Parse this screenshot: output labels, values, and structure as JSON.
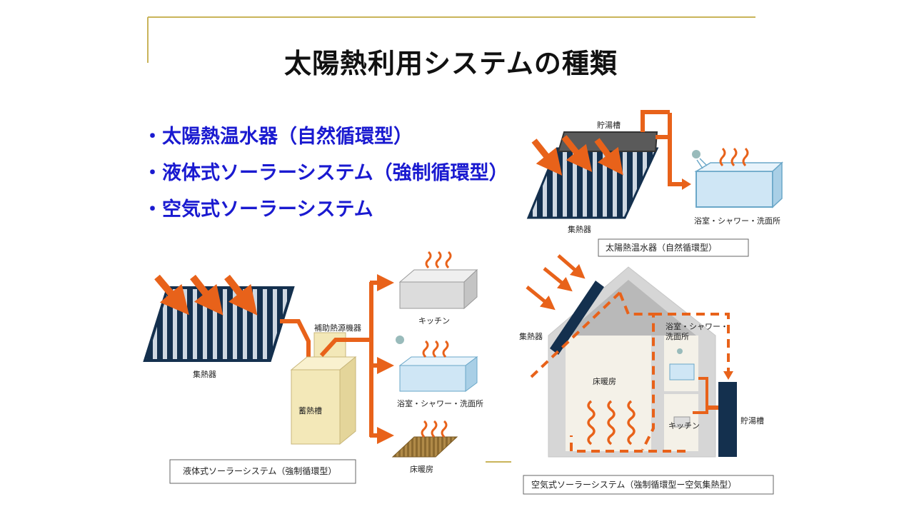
{
  "title": "太陽熱利用システムの種類",
  "bullets": [
    "・太陽熱温水器（自然循環型）",
    "・液体式ソーラーシステム（強制循環型）",
    "・空気式ソーラーシステム"
  ],
  "top_right": {
    "tank_label": "貯湯槽",
    "collector_label": "集熱器",
    "bath_label": "浴室・シャワー・洗面所",
    "caption": "太陽熱温水器（自然循環型）"
  },
  "liquid_system": {
    "collector_label": "集熱器",
    "aux_label": "補助熱源機器",
    "storage_label": "蓄熱槽",
    "kitchen_label": "キッチン",
    "bath_label": "浴室・シャワー・洗面所",
    "floor_label": "床暖房",
    "caption": "液体式ソーラーシステム（強制循環型）"
  },
  "air_system": {
    "collector_label": "集熱器",
    "bath_label_line1": "浴室・シャワー・",
    "bath_label_line2": "洗面所",
    "floor_label": "床暖房",
    "kitchen_label": "キッチン",
    "tank_label": "貯湯槽",
    "caption": "空気式ソーラーシステム（強制循環型ー空気集熱型）"
  },
  "colors": {
    "arrow_orange": "#e8621a",
    "bullet_blue": "#1a1ad0",
    "panel_navy": "#14304e",
    "tank_dark": "#5a5a5a",
    "accent_line": "#c9b45a"
  }
}
